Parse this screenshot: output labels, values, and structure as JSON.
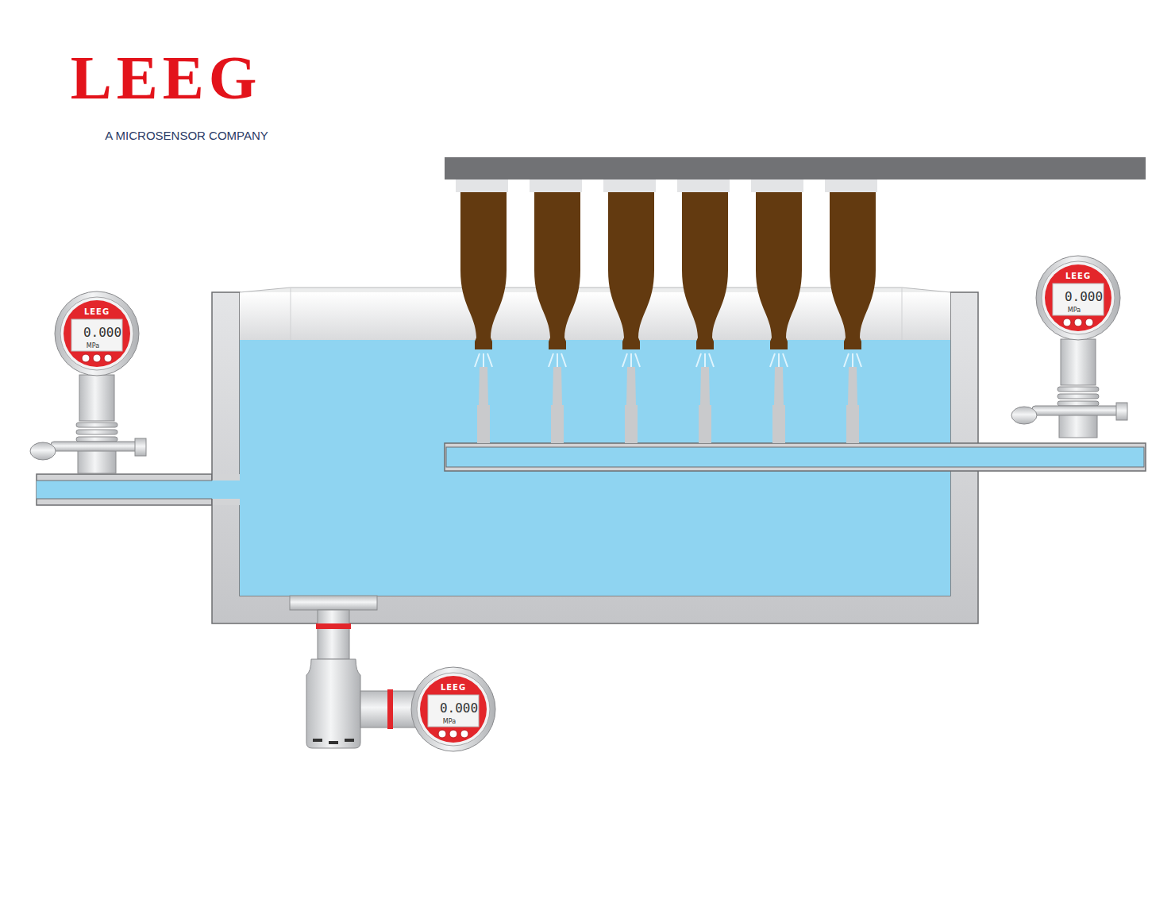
{
  "diagram": {
    "labels": [
      "LEEG",
      "A MICROSENSOR COMPANY",
      "LEEG",
      "0.000",
      "MPa",
      "LEEG",
      "0.000",
      "MPa",
      "LEEG",
      "0.000",
      "MPa"
    ]
  }
}
